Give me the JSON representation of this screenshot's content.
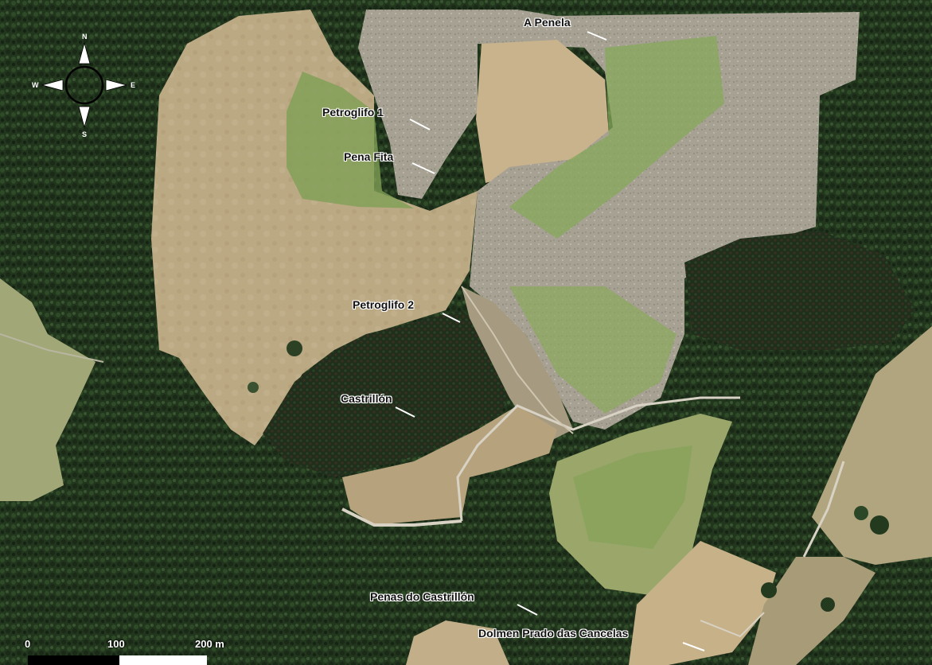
{
  "map": {
    "places": [
      {
        "id": "a-penela",
        "name": "A Penela"
      },
      {
        "id": "petroglifo-1",
        "name": "Petroglifo 1"
      },
      {
        "id": "pena-fita",
        "name": "Pena Fita"
      },
      {
        "id": "petroglifo-2",
        "name": "Petroglifo 2"
      },
      {
        "id": "castrillon",
        "name": "Castrillón"
      },
      {
        "id": "penas-do-castrillon",
        "name": "Penas do Castrillón"
      },
      {
        "id": "dolmen-prado-das-cancelas",
        "name": "Dolmen Prado das Cancelas"
      }
    ],
    "compass": {
      "n": "N",
      "s": "S",
      "e": "E",
      "w": "W"
    },
    "scale_bar": {
      "ticks": [
        "0",
        "100",
        "200 m"
      ]
    },
    "colors": {
      "forest_dark": "#1c2e1a",
      "forest_mid": "#2f4a25",
      "meadow_dry": "#b9a783",
      "meadow_green": "#7d9a4f",
      "clearing_gray": "#a49e8f",
      "track": "#d8d2c4"
    }
  }
}
